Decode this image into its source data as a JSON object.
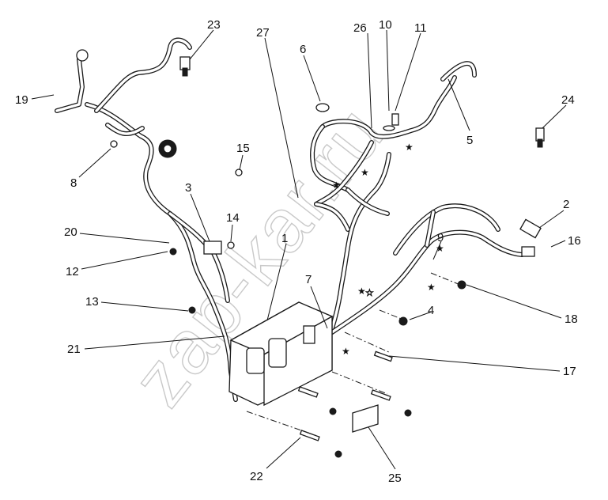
{
  "watermark": "zap-kar.ru",
  "callouts": {
    "c1": "1",
    "c2": "2",
    "c3": "3",
    "c4": "4",
    "c5": "5",
    "c6": "6",
    "c7": "7",
    "c8": "8",
    "c9": "9",
    "c10": "10",
    "c11": "11",
    "c12": "12",
    "c13": "13",
    "c14": "14",
    "c15": "15",
    "c16": "16",
    "c17": "17",
    "c18": "18",
    "c19": "19",
    "c20": "20",
    "c21": "21",
    "c22": "22",
    "c23": "23",
    "c24": "24",
    "c25": "25",
    "c26": "26",
    "c27": "27"
  },
  "symbols": {
    "star": "★",
    "star_outline": "☆"
  },
  "icons": [
    "star-icon",
    "star-outline-icon"
  ]
}
